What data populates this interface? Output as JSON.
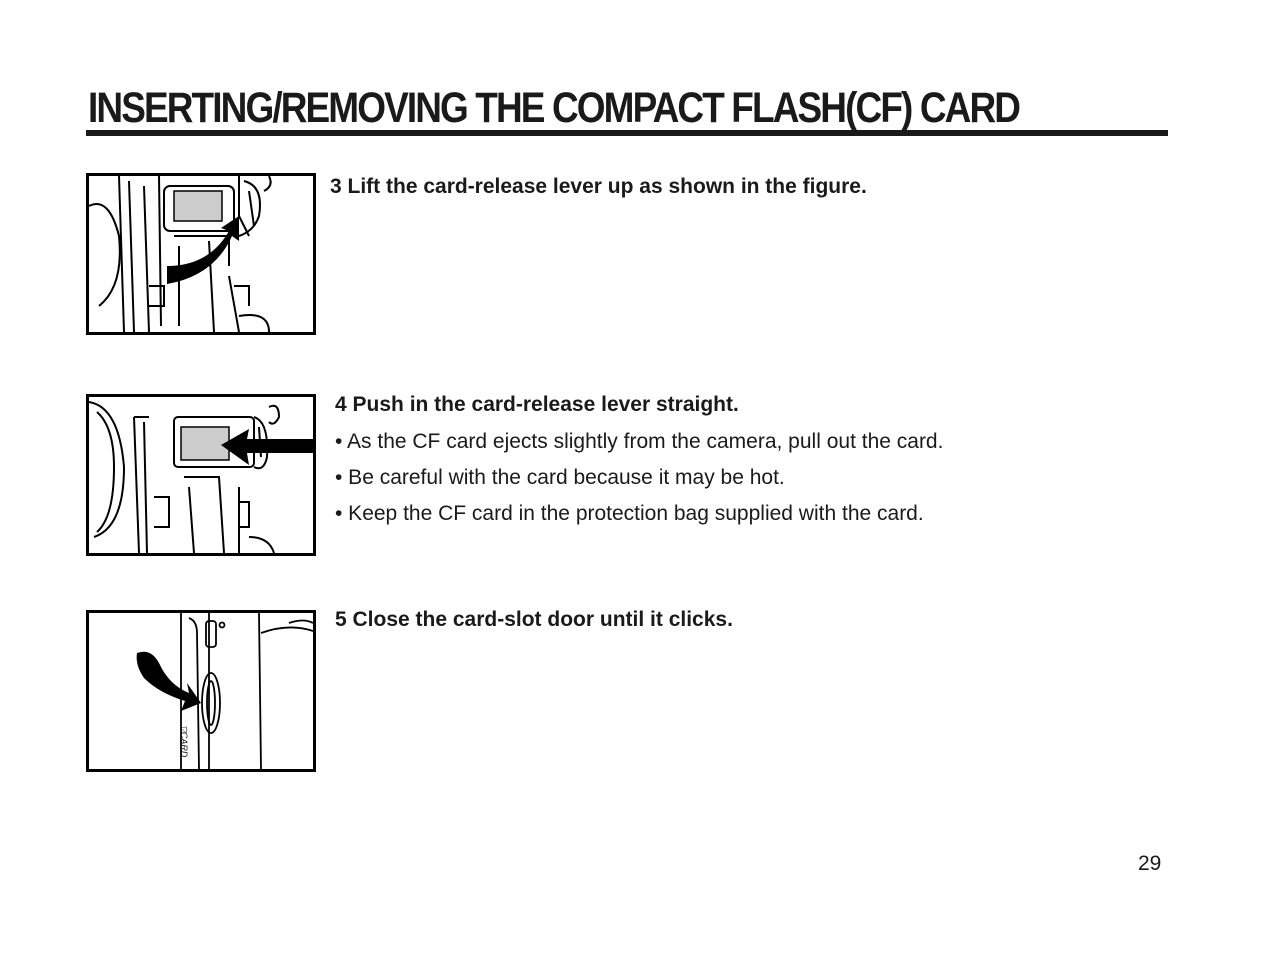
{
  "page": {
    "title": "INSERTING/REMOVING THE COMPACT FLASH(CF) CARD",
    "page_number": "29"
  },
  "steps": [
    {
      "number": "3",
      "heading": "3 Lift the card-release lever up as shown in the figure.",
      "figure": "camera-lift-lever-illustration",
      "bullets": []
    },
    {
      "number": "4",
      "heading": "4 Push in the card-release lever straight.",
      "figure": "camera-push-lever-illustration",
      "bullets": [
        "• As the CF card ejects slightly from the camera, pull out the card.",
        "•  Be careful with the card because it may be hot.",
        "•  Keep the CF card in the protection bag supplied with the card."
      ]
    },
    {
      "number": "5",
      "heading": "5 Close the card-slot door until it clicks.",
      "figure": "camera-close-door-illustration",
      "figure_label": "▽CARD",
      "bullets": []
    }
  ]
}
